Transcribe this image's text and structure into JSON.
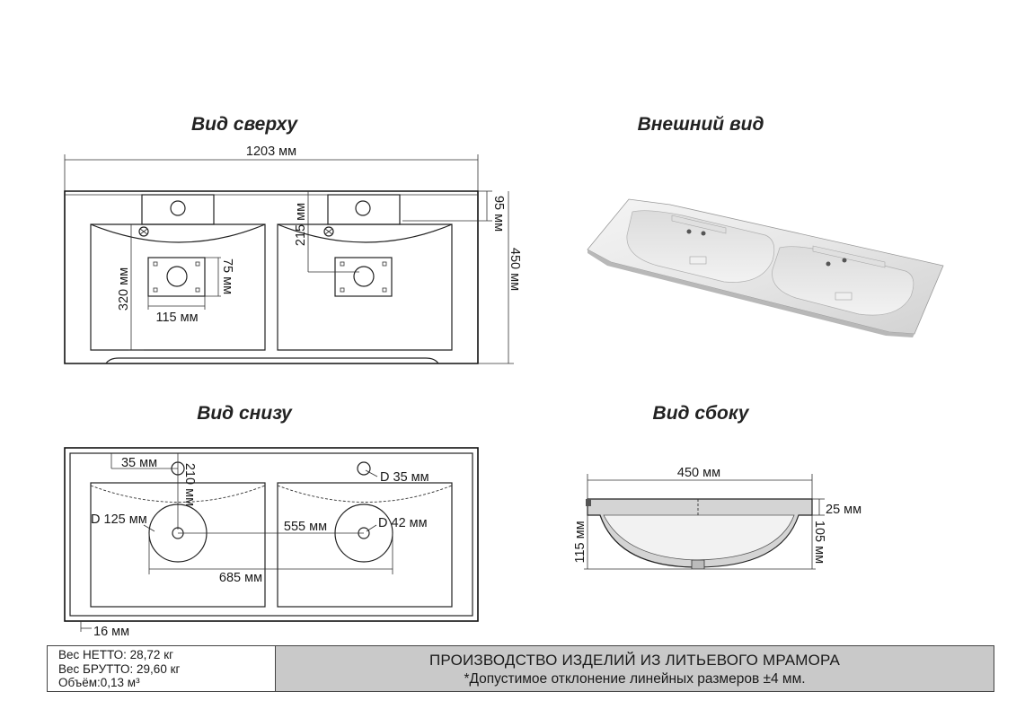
{
  "views": {
    "top": "Вид сверху",
    "external": "Внешний вид",
    "bottom": "Вид снизу",
    "side": "Вид сбоку"
  },
  "top_view": {
    "width": "1203 мм",
    "depth": "450 мм",
    "tap_offset": "95 мм",
    "drain_offset": "215 мм",
    "bowl_depth": "320 мм",
    "plate_height": "75 мм",
    "plate_width": "115 мм"
  },
  "bottom_view": {
    "edge_offset": "35 мм",
    "hole_offset": "210 мм",
    "overflow_diameter": "D 35 мм",
    "bowl_diameter": "D 125 мм",
    "drain_diameter": "D 42 мм",
    "inner_distance": "555 мм",
    "outer_distance": "685 мм",
    "wall": "16 мм"
  },
  "side_view": {
    "width": "450 мм",
    "rim": "25 мм",
    "total_height": "115 мм",
    "bowl_height": "105 мм"
  },
  "specs": {
    "net": "Вес НЕТТО: 28,72 кг",
    "gross": "Вес БРУТТО: 29,60 кг",
    "volume": "Объём:0,13 м³"
  },
  "notice": {
    "line1": "ПРОИЗВОДСТВО ИЗДЕЛИЙ ИЗ ЛИТЬЕВОГО МРАМОРА",
    "line2": "*Допустимое отклонение линейных размеров ±4 мм."
  }
}
